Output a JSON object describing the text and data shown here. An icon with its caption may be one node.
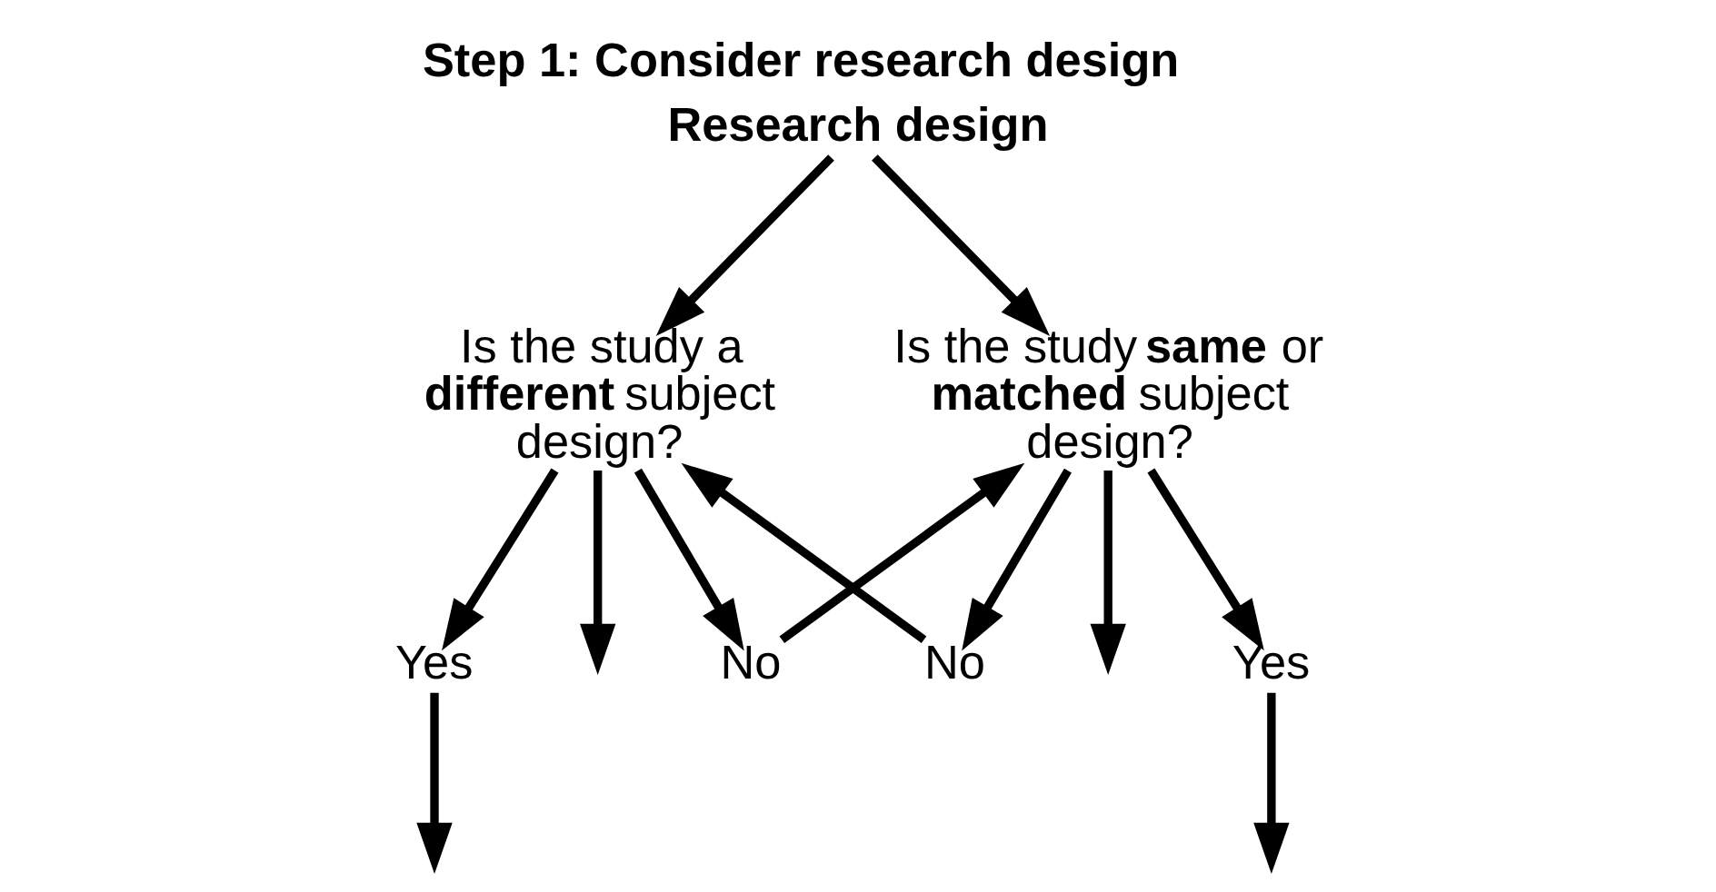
{
  "diagram": {
    "title": "Step 1: Consider research design",
    "nodes": [
      {
        "text": [
          "Research design"
        ]
      },
      {
        "text": [
          "Is the study a **different** subject design?"
        ]
      },
      {
        "text": [
          "Is the study **same** or **matched** subject design?"
        ]
      },
      {
        "text": [
          "Yes"
        ]
      },
      {
        "text": [
          "No"
        ]
      },
      {
        "text": [
          "No"
        ]
      },
      {
        "text": [
          "Yes"
        ]
      }
    ],
    "edges": [
      {
        "from": 0,
        "to": 1,
        "arrow": "to"
      },
      {
        "from": 0,
        "to": 2,
        "arrow": "to"
      },
      {
        "from": 1,
        "to": 3,
        "arrow": "to"
      },
      {
        "from": 1,
        "to": null,
        "arrow": "to"
      },
      {
        "from": 1,
        "to": 4,
        "arrow": "to"
      },
      {
        "from": 4,
        "to": 2,
        "arrow": "to"
      },
      {
        "from": 5,
        "to": 1,
        "arrow": "to"
      },
      {
        "from": 2,
        "to": 5,
        "arrow": "to"
      },
      {
        "from": 2,
        "to": null,
        "arrow": "to"
      },
      {
        "from": 2,
        "to": 6,
        "arrow": "to"
      },
      {
        "from": 3,
        "to": null,
        "arrow": "to"
      },
      {
        "from": 6,
        "to": null,
        "arrow": "to"
      }
    ]
  }
}
